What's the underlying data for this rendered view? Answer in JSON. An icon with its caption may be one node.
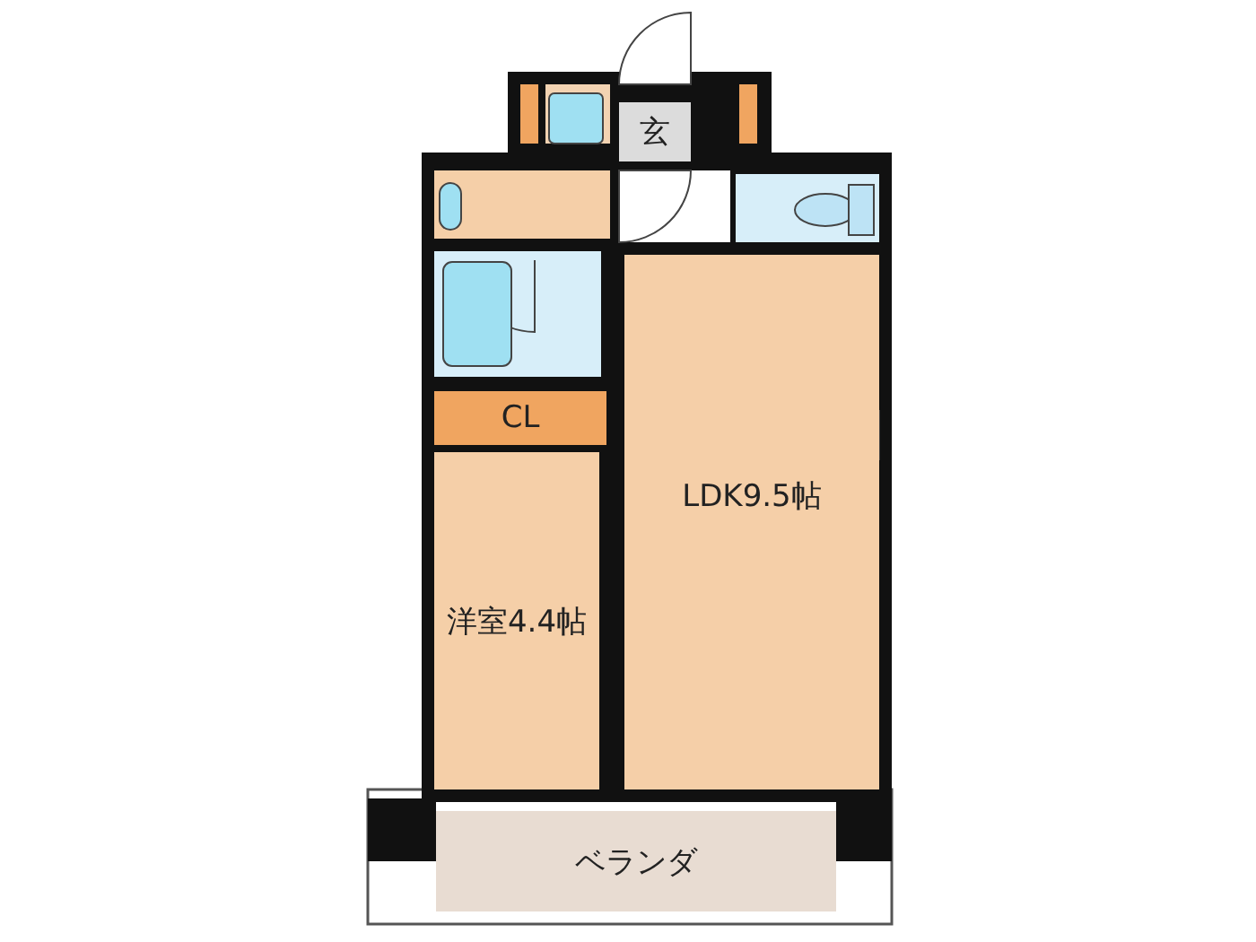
{
  "diagram": {
    "nodes": [
      {
        "text": [
          "玄"
        ]
      },
      {
        "text": [
          "CL"
        ]
      },
      {
        "text": [
          "LDK9.5帖"
        ]
      },
      {
        "text": [
          "洋室4.4帖"
        ]
      },
      {
        "text": [
          "ベランダ"
        ]
      }
    ]
  }
}
